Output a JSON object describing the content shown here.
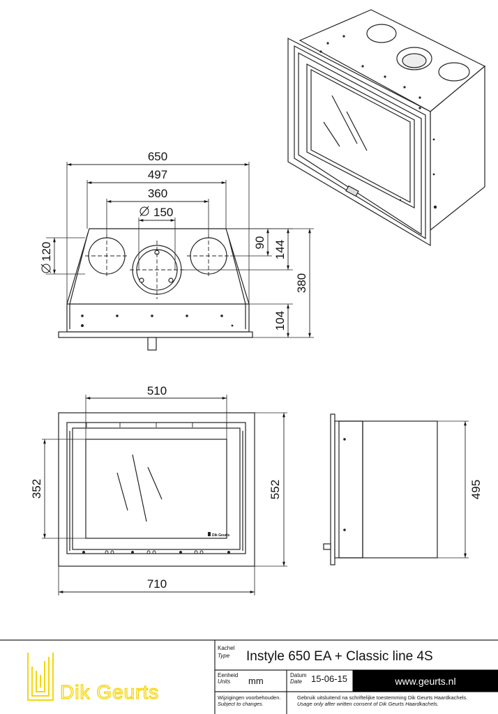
{
  "front_view": {
    "dims": {
      "overall_width": "650",
      "flue_span": "497",
      "holes_span": "360",
      "center_dia": "150",
      "side_dia": "120",
      "top_offset": "90",
      "top_to_center": "144",
      "total_height": "380",
      "bottom_offset": "104"
    }
  },
  "frame_view": {
    "dims": {
      "inner_width": "510",
      "inner_height": "352",
      "outer_height": "552",
      "outer_width": "710"
    },
    "logo_text": "Dik Geurts"
  },
  "side_view": {
    "dims": {
      "depth": "495"
    }
  },
  "title_block": {
    "kachel_label": "Kachel",
    "type_label": "Type",
    "title": "Instyle 650 EA + Classic line 4S",
    "eenheid_label": "Eenheid",
    "units_label": "Units",
    "units_value": "mm",
    "datum_label": "Datum",
    "date_label": "Date",
    "date_value": "15-06-15",
    "website": "www.geurts.nl",
    "changes_nl": "Wijzigingen voorbehouden.",
    "changes_en": "Subject to changes.",
    "consent_nl": "Gebruik uitsluitend na schriftelijke toestemming Dik Geurts Haardkachels.",
    "consent_en": "Usage only after written consent of Dik Geurts Haardkachels.",
    "logo_text": "Dik Geurts",
    "logo_color": "#f5d60a"
  }
}
